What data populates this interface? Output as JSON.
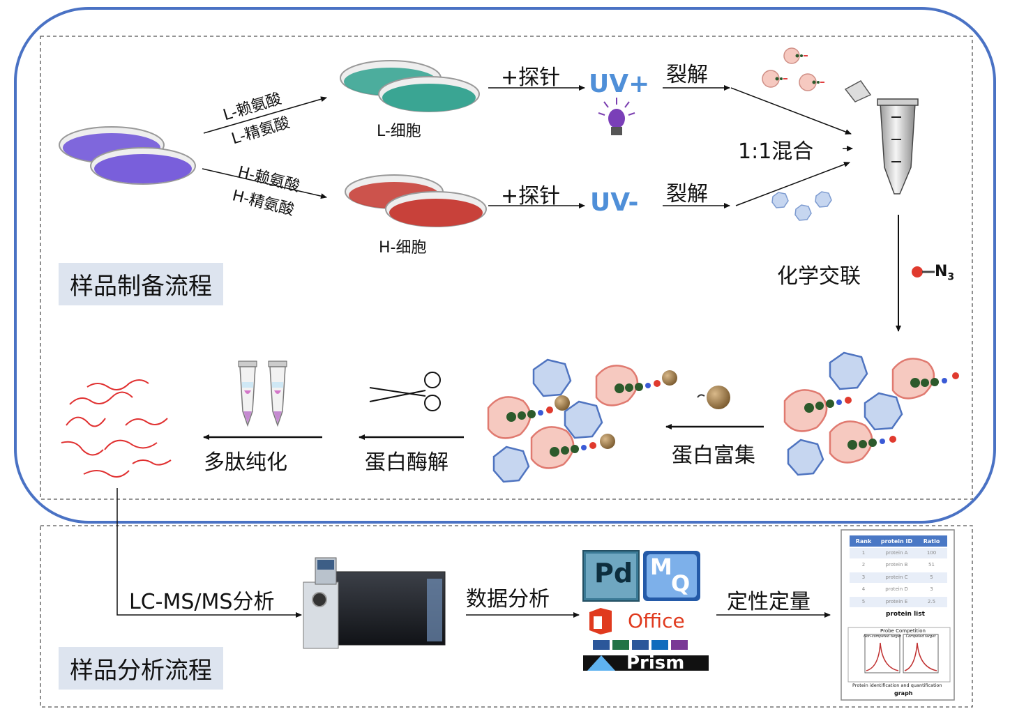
{
  "sections": {
    "prep_label": "样品制备流程",
    "analysis_label": "样品分析流程"
  },
  "labels": {
    "l_lys": "L-赖氨酸",
    "l_arg": "L-精氨酸",
    "h_lys": "H-赖氨酸",
    "h_arg": "H-精氨酸",
    "l_cell": "L-细胞",
    "h_cell": "H-细胞",
    "probe_top": "+探针",
    "probe_bottom": "+探针",
    "uv_plus": "UV+",
    "uv_minus": "UV-",
    "lysis_top": "裂解",
    "lysis_bottom": "裂解",
    "mix": "1:1混合",
    "crosslink": "化学交联",
    "n3_prefix": "N",
    "n3_sub": "3",
    "enrich": "蛋白富集",
    "digest": "蛋白酶解",
    "purify": "多肽纯化",
    "lcms": "LC-MS/MS分析",
    "data_analysis": "数据分析",
    "quant": "定性定量"
  },
  "software": {
    "pd": "Pd",
    "mq_m": "M",
    "mq_q": "Q",
    "office": "Office",
    "prism": "Prism"
  },
  "report": {
    "headers": [
      "Rank",
      "protein ID",
      "Ratio"
    ],
    "rows": [
      [
        "1",
        "protein A",
        "100"
      ],
      [
        "2",
        "protein B",
        "51"
      ],
      [
        "3",
        "protein C",
        "5"
      ],
      [
        "4",
        "protein D",
        "3"
      ],
      [
        "5",
        "protein E",
        "2.5"
      ]
    ],
    "list_caption": "protein list",
    "chart_title": "Probe Competition",
    "left_panel": "Non-competed target",
    "right_panel": "Competed target",
    "footer": "Protein identification and quantification",
    "graph_caption": "graph"
  },
  "colors": {
    "frame_blue": "#4a72c4",
    "teal_dish": "#3aa593",
    "red_dish": "#c8413a",
    "purple_dish": "#6b4fd8",
    "uv_text": "#4f8fd8",
    "label_bg": "#dde4ef",
    "protein_pink": "#f6c9c0",
    "protein_blue": "#c6d6f0"
  }
}
